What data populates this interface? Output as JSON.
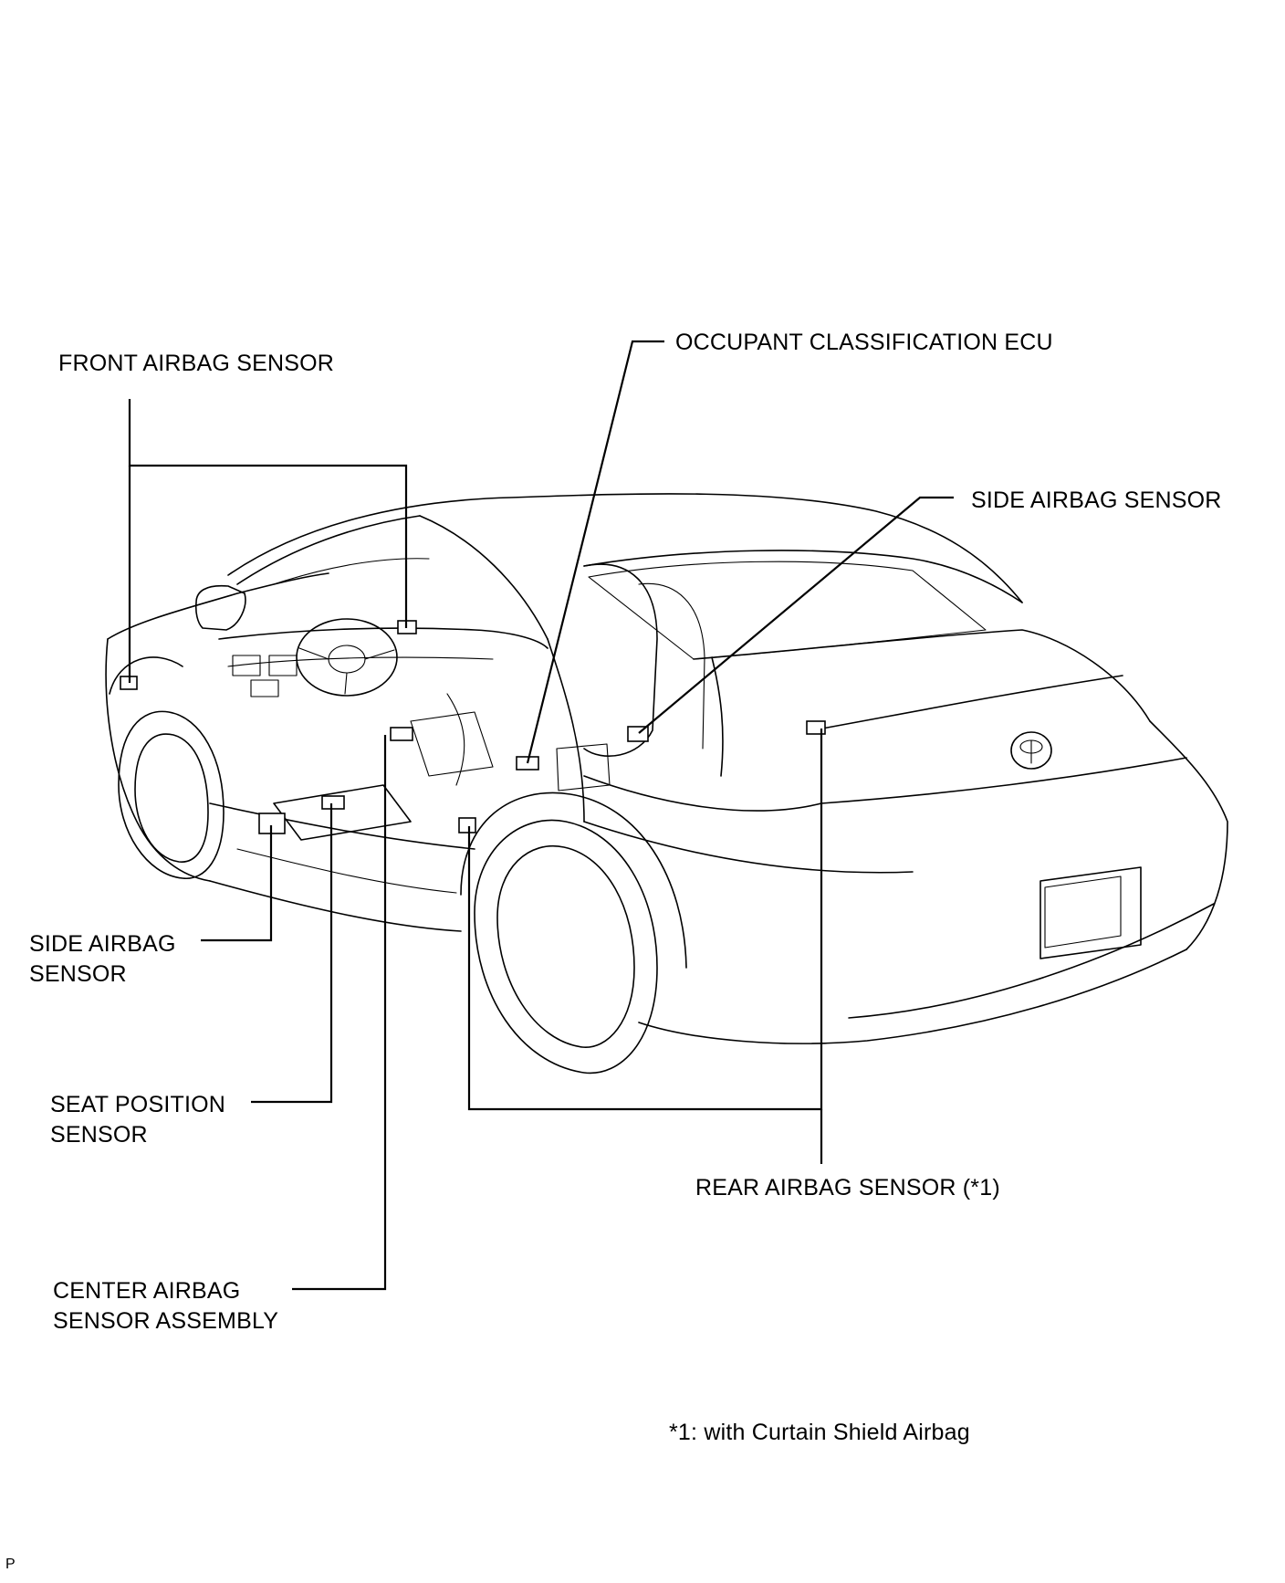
{
  "labels": {
    "front_airbag_sensor": "FRONT AIRBAG SENSOR",
    "occupant_classification_ecu": "OCCUPANT CLASSIFICATION ECU",
    "side_airbag_sensor_rear": "SIDE AIRBAG SENSOR",
    "side_airbag_sensor_front_line1": "SIDE AIRBAG",
    "side_airbag_sensor_front_line2": "SENSOR",
    "seat_position_sensor_line1": "SEAT POSITION",
    "seat_position_sensor_line2": "SENSOR",
    "center_airbag_sensor_line1": "CENTER AIRBAG",
    "center_airbag_sensor_line2": "SENSOR ASSEMBLY",
    "rear_airbag_sensor": "REAR AIRBAG SENSOR  (*1)"
  },
  "footnote": "*1: with Curtain Shield Airbag",
  "figure_code": "P"
}
